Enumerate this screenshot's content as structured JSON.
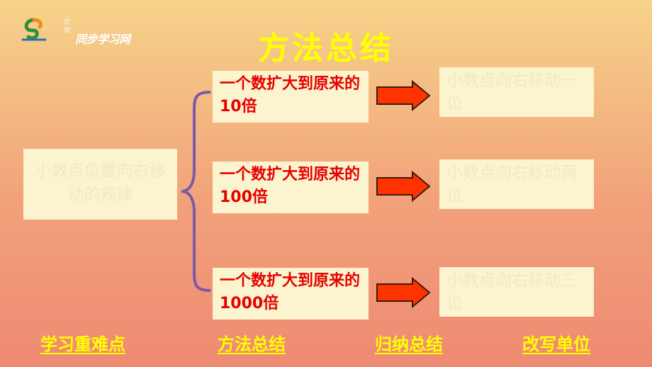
{
  "logo": {
    "small_text": "优教",
    "text": "同步学习网"
  },
  "title": "方法总结",
  "rule_box": "小数点位置向右移动的规律",
  "rows": [
    {
      "condition": "一个数扩大到原来的10倍",
      "result": "小数点向右移动一位"
    },
    {
      "condition": "一个数扩大到原来的100倍",
      "result": "小数点向右移动两位"
    },
    {
      "condition": "一个数扩大到原来的1000倍",
      "result": "小数点向右移动三位"
    }
  ],
  "nav": [
    "学习重难点",
    "方法总结",
    "归纳总结",
    "改写单位"
  ],
  "colors": {
    "title": "#ffff00",
    "condition_text": "#e60000",
    "arrow_fill": "#ff3300",
    "brace": "#7a5aa8",
    "box_bg": "#fbf4cf"
  }
}
